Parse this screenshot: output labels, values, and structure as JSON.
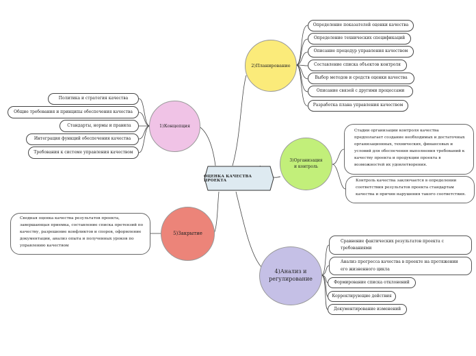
{
  "center": {
    "label": "ОЦЕНКА КАЧЕСТВА ПРОЕКТА",
    "fill": "#deeaf1"
  },
  "branches": [
    {
      "id": "planning",
      "label": "2)Планирование",
      "fill": "#fbeb7a",
      "leaves": [
        "Определение показателей оценки качества",
        "Определение технических спецификаций",
        "Описание процедур управления качеством",
        "Составление списка объектов контроля",
        "Выбор методов и средств оценки качества",
        "Описание связей с другими процессами",
        "Разработка плана управления качеством"
      ]
    },
    {
      "id": "concept",
      "label": "1)Концепция",
      "fill": "#f0c3e6",
      "leaves": [
        "Политика и стратегия качества",
        "Общие требования и принципы обеспечения качества",
        "Стандарты, нормы и правила",
        "Интеграция функций обеспечения качества",
        "Требования к системе управления качеством"
      ]
    },
    {
      "id": "org",
      "label": "3)Организация и контроль",
      "fill": "#c2ef7a",
      "leaves": [
        "Стадии организации контроля качества предполагает создание необходимых и достаточных организационных, технических, финансовых и условий для обеспечения выполнения требований к качеству проекта и продукции проекта в возможностей их удовлетворения.",
        "Контроль качества заключается в определении соответствия результатов проекта стандартам качества и причин нарушения такого соответствия."
      ]
    },
    {
      "id": "closure",
      "label": "5)Закрытие",
      "fill": "#ec8479",
      "leaves": [
        "Сводная оценка качества результатов проекта, завершающая приемка, составление списка претензий по качеству, разрешение конфликтов и споров, оформление документации, анализ опыта и полученных уроков по управлению качеством"
      ]
    },
    {
      "id": "analysis",
      "label": "4)Анализ и регулирование",
      "fill": "#c5c0e6",
      "leaves": [
        "Сравнение фактических результатов проекта с требованиями",
        "Анализ прогресса качества в проекте на протяжении его жизненного цикла",
        "Формирование списка отклонений",
        "Корректирующие действия",
        "Документирование изменений"
      ]
    }
  ]
}
